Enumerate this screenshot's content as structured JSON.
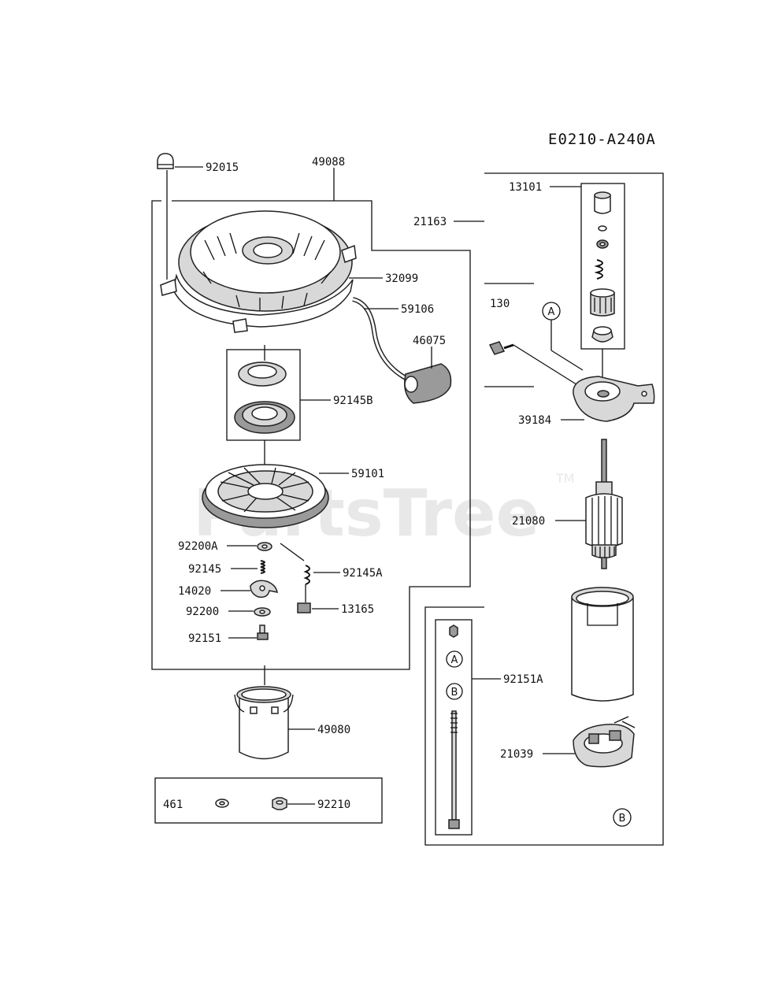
{
  "diagram_code": "E0210-A240A",
  "watermark": {
    "text": "PartsTree",
    "mark": "TM"
  },
  "callouts": {
    "A": "A",
    "B": "B"
  },
  "parts": {
    "p92015": "92015",
    "p49088": "49088",
    "p32099": "32099",
    "p59106": "59106",
    "p46075": "46075",
    "p92145B": "92145B",
    "p59101": "59101",
    "p92200A": "92200A",
    "p92145": "92145",
    "p92145A": "92145A",
    "p14020": "14020",
    "p92200": "92200",
    "p13165": "13165",
    "p92151": "92151",
    "p49080": "49080",
    "p461": "461",
    "p92210": "92210",
    "p21163": "21163",
    "p13101": "13101",
    "p130": "130",
    "p39184": "39184",
    "p21080": "21080",
    "p92151A": "92151A",
    "p21039": "21039"
  }
}
